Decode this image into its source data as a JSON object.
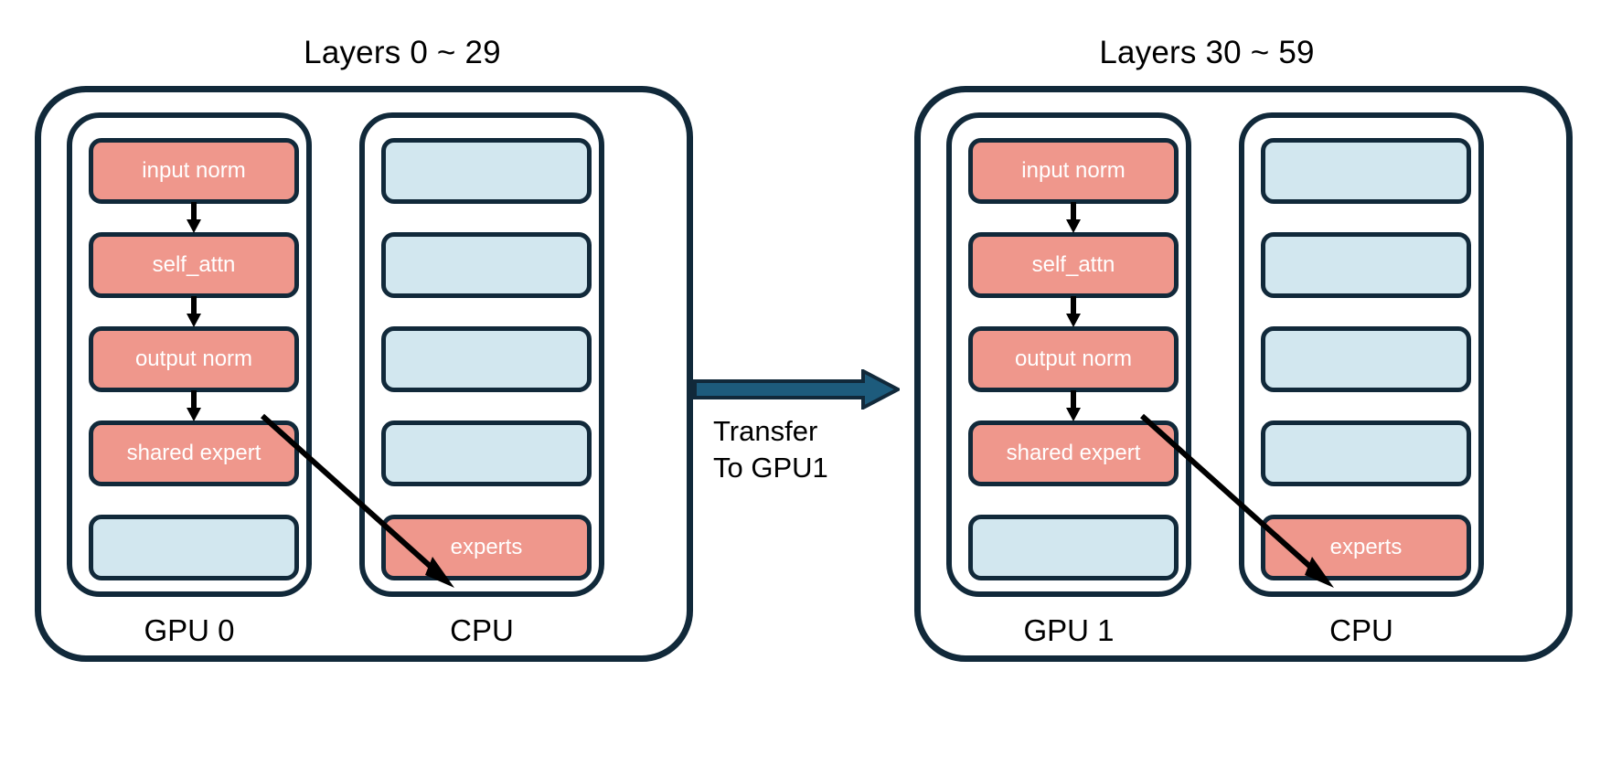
{
  "diagram": {
    "type": "architecture-diagram",
    "background": "#ffffff",
    "colors": {
      "active_block": "#ef978c",
      "idle_block": "#d2e7ef",
      "outline": "#11293a",
      "transfer_arrow": "#1d5b7c",
      "block_text": "#ffffff",
      "label_text": "#000000"
    }
  },
  "panels": [
    {
      "id": "panel-left",
      "title": "Layers 0 ~ 29",
      "gpu": {
        "label": "GPU 0",
        "slots": [
          {
            "label": "input norm",
            "state": "active"
          },
          {
            "label": "self_attn",
            "state": "active"
          },
          {
            "label": "output norm",
            "state": "active"
          },
          {
            "label": "shared expert",
            "state": "active"
          },
          {
            "label": "",
            "state": "idle"
          }
        ]
      },
      "cpu": {
        "label": "CPU",
        "slots": [
          {
            "label": "",
            "state": "idle"
          },
          {
            "label": "",
            "state": "idle"
          },
          {
            "label": "",
            "state": "idle"
          },
          {
            "label": "",
            "state": "idle"
          },
          {
            "label": "experts",
            "state": "active"
          }
        ]
      }
    },
    {
      "id": "panel-right",
      "title": "Layers 30 ~ 59",
      "gpu": {
        "label": "GPU 1",
        "slots": [
          {
            "label": "input norm",
            "state": "active"
          },
          {
            "label": "self_attn",
            "state": "active"
          },
          {
            "label": "output norm",
            "state": "active"
          },
          {
            "label": "shared expert",
            "state": "active"
          },
          {
            "label": "",
            "state": "idle"
          }
        ]
      },
      "cpu": {
        "label": "CPU",
        "slots": [
          {
            "label": "",
            "state": "idle"
          },
          {
            "label": "",
            "state": "idle"
          },
          {
            "label": "",
            "state": "idle"
          },
          {
            "label": "",
            "state": "idle"
          },
          {
            "label": "experts",
            "state": "active"
          }
        ]
      }
    }
  ],
  "transfer": {
    "line1": "Transfer",
    "line2": "To GPU1",
    "direction": "left-to-right"
  }
}
